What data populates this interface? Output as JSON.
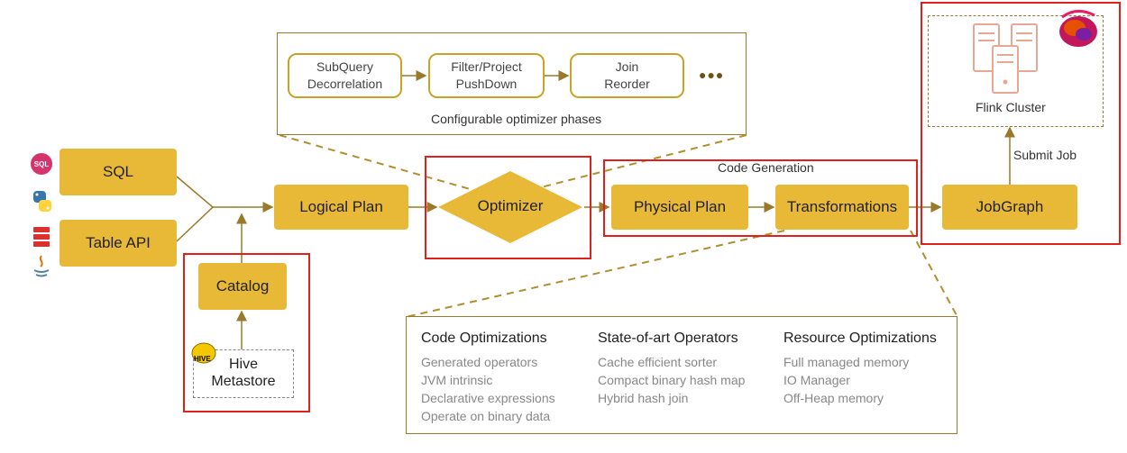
{
  "inputs": {
    "sql": "SQL",
    "table_api": "Table API",
    "sql_icon_text": "SQL"
  },
  "nodes": {
    "logical_plan": "Logical Plan",
    "optimizer": "Optimizer",
    "physical_plan": "Physical Plan",
    "transformations": "Transformations",
    "jobgraph": "JobGraph",
    "catalog": "Catalog",
    "hive_metastore_line1": "Hive",
    "hive_metastore_line2": "Metastore",
    "hive_icon_text": "HIVE"
  },
  "optimizer_phases": {
    "items": [
      {
        "line1": "SubQuery",
        "line2": "Decorrelation"
      },
      {
        "line1": "Filter/Project",
        "line2": "PushDown"
      },
      {
        "line1": "Join",
        "line2": "Reorder"
      }
    ],
    "more": "●●●",
    "caption": "Configurable optimizer phases"
  },
  "code_generation_label": "Code Generation",
  "submit_job_label": "Submit Job",
  "flink_cluster_label": "Flink Cluster",
  "details": {
    "code_optimizations": {
      "title": "Code Optimizations",
      "items": [
        "Generated operators",
        "JVM intrinsic",
        "Declarative expressions",
        "Operate on binary data"
      ]
    },
    "operators": {
      "title": "State-of-art Operators",
      "items": [
        "Cache efficient sorter",
        "Compact binary hash map",
        "Hybrid hash join"
      ]
    },
    "resource": {
      "title": "Resource Optimizations",
      "items": [
        "Full managed memory",
        "IO Manager",
        "Off-Heap memory"
      ]
    }
  },
  "colors": {
    "box": "#e8b936",
    "border": "#c9a227",
    "highlight": "#e0201b",
    "server": "#e8a793"
  }
}
